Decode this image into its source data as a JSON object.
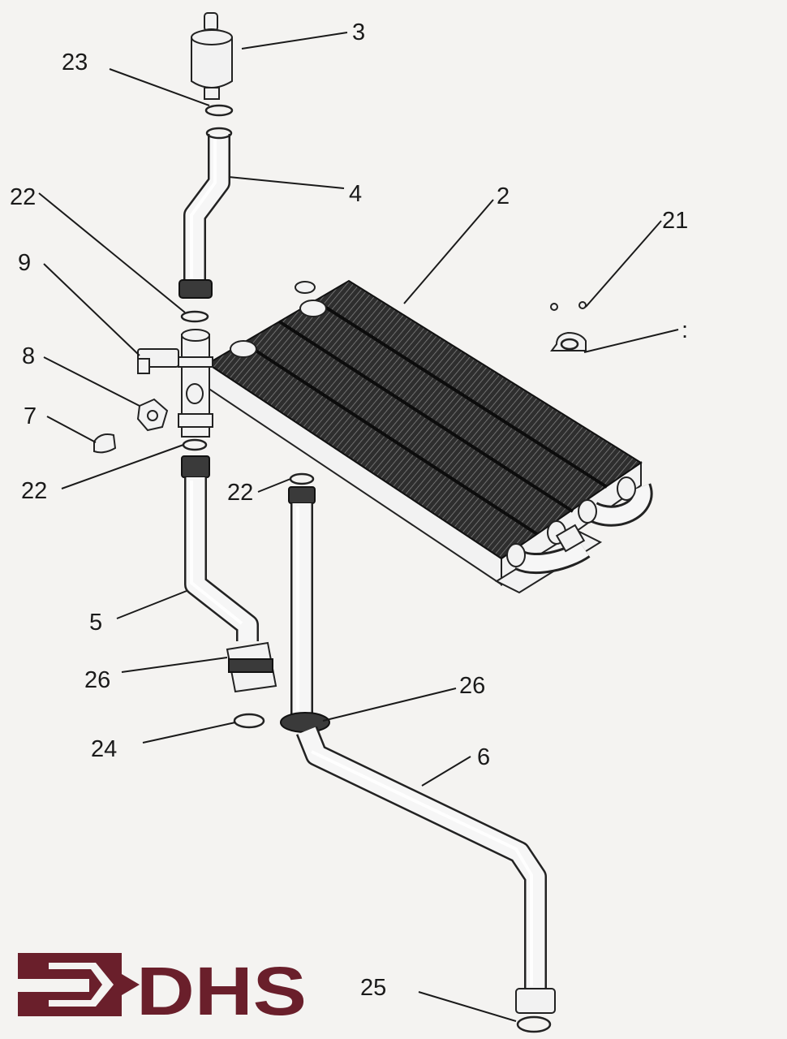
{
  "diagram": {
    "labels": {
      "l3": "3",
      "l23": "23",
      "l4": "4",
      "l22a": "22",
      "l2": "2",
      "l21": "21",
      "l9": "9",
      "l8": "8",
      "l7": "7",
      "l22b": "22",
      "l22c": "22",
      "l5": "5",
      "l26a": "26",
      "l26b": "26",
      "l24": "24",
      "l6": "6",
      "l25": "25",
      "lcolon": ":"
    }
  },
  "logo": {
    "text": "DHS",
    "color": "#6a1f2b"
  },
  "colors": {
    "line": "#1a1a1a",
    "paper": "#f4f3f1",
    "fin_fill": "#3a3a3a"
  }
}
